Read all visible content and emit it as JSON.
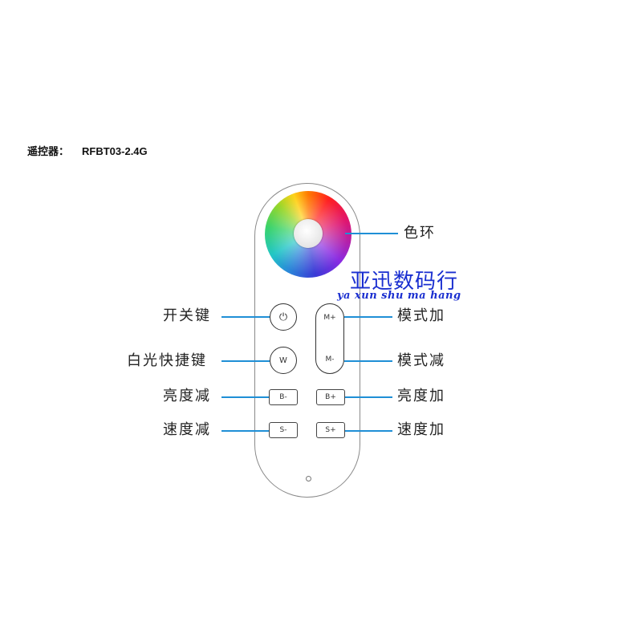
{
  "title": {
    "label": "遥控器：",
    "model": "RFBT03-2.4G"
  },
  "remote": {
    "buttons": {
      "power_symbol": "⏻",
      "white": "W",
      "mode_plus": "M+",
      "mode_minus": "M-",
      "bright_minus": "B-",
      "bright_plus": "B+",
      "speed_minus": "S-",
      "speed_plus": "S+"
    }
  },
  "labels": {
    "color_ring": "色环",
    "power_key": "开关键",
    "white_shortcut": "白光快捷键",
    "brightness_down": "亮度减",
    "speed_down": "速度减",
    "mode_up": "模式加",
    "mode_down": "模式减",
    "brightness_up": "亮度加",
    "speed_up": "速度加"
  },
  "watermark": {
    "chinese": "亚迅数码行",
    "pinyin": "ya xun shu ma hang"
  },
  "colors": {
    "leader_line": "#1f8fd6",
    "watermark": "#1a2fd0"
  }
}
